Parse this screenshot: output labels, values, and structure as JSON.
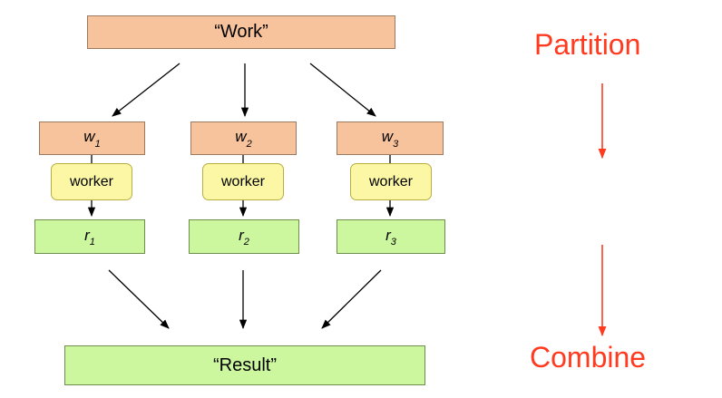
{
  "colors": {
    "work_fill": "#f7c39d",
    "result_fill": "#ccf79f",
    "worker_fill": "#fbf7a5",
    "accent": "#ff3a1f",
    "arrow": "#000000"
  },
  "diagram": {
    "work_label": "“Work”",
    "result_label": "“Result”",
    "parts": [
      {
        "w_base": "w",
        "w_sub": "1",
        "worker_label": "worker",
        "r_base": "r",
        "r_sub": "1"
      },
      {
        "w_base": "w",
        "w_sub": "2",
        "worker_label": "worker",
        "r_base": "r",
        "r_sub": "2"
      },
      {
        "w_base": "w",
        "w_sub": "3",
        "worker_label": "worker",
        "r_base": "r",
        "r_sub": "3"
      }
    ]
  },
  "side_labels": {
    "top": "Partition",
    "bottom": "Combine"
  }
}
